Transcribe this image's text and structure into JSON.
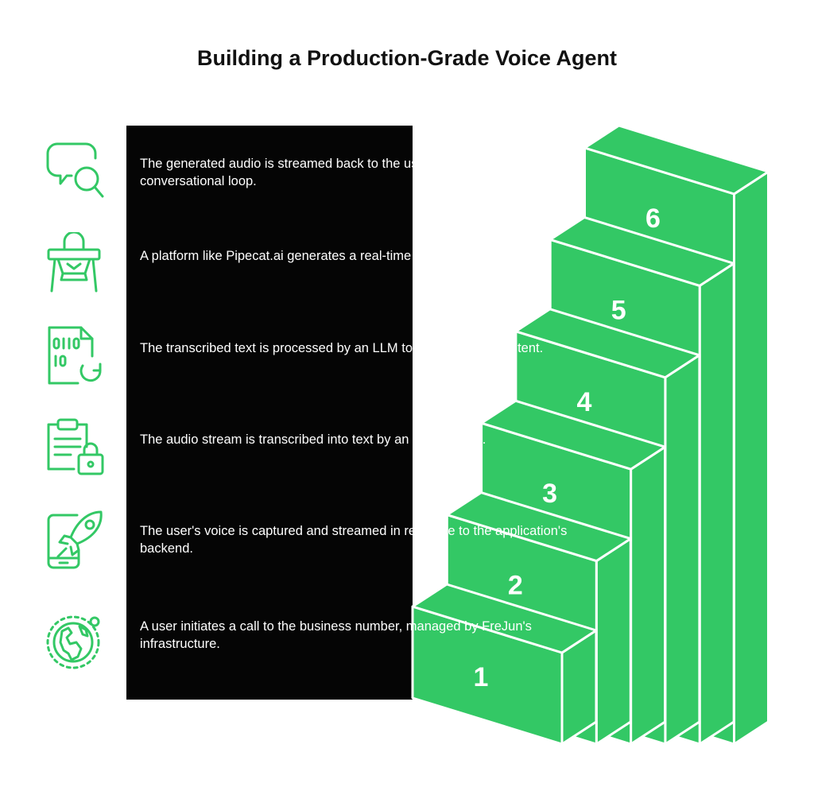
{
  "title": "Building a Production-Grade Voice Agent",
  "colors": {
    "accent": "#33c865",
    "panel": "#050505",
    "icon_stroke": "#33c865"
  },
  "steps": [
    {
      "number": "1",
      "text": "A user initiates a call to the business number, managed by FreJun's infrastructure.",
      "icon": "globe-icon"
    },
    {
      "number": "2",
      "text": "The user's voice is captured and streamed in real-time to the application's backend.",
      "icon": "phone-rocket-icon"
    },
    {
      "number": "3",
      "text": "The audio stream is transcribed into text by an STT service.",
      "icon": "clipboard-lock-icon"
    },
    {
      "number": "4",
      "text": "The transcribed text is processed by an LLM to determine user intent.",
      "icon": "binary-file-icon"
    },
    {
      "number": "5",
      "text": "A platform like Pipecat.ai generates a real-time audio response.",
      "icon": "high-chair-icon"
    },
    {
      "number": "6",
      "text": "The generated audio is streamed back to the user, completing the conversational loop.",
      "icon": "chat-search-icon"
    }
  ]
}
